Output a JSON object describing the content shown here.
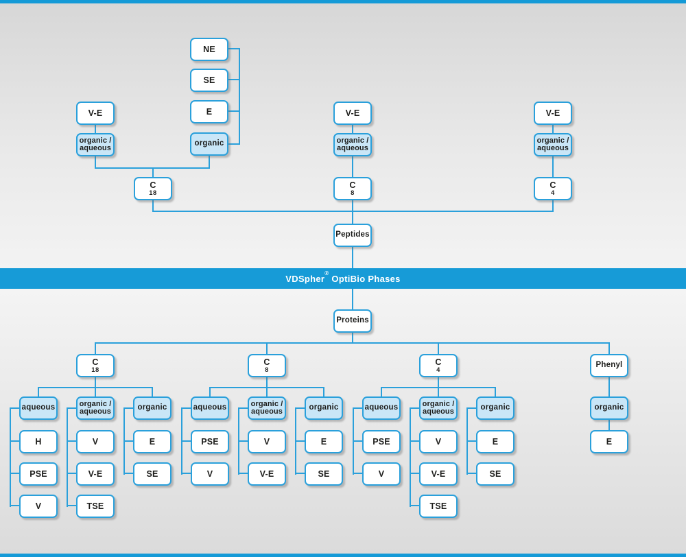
{
  "diagram": {
    "banner": {
      "brand": "VDSpher",
      "reg": "®",
      "rest": " OptiBio Phases"
    },
    "colors": {
      "accent_blue": "#179bd7",
      "line_blue": "#2aa0db",
      "light_box_fill": "#c9e6f7",
      "box_text": "#1d1d1b",
      "banner_text": "#ffffff"
    },
    "peptides": {
      "root_label": "Peptides",
      "organic_modes": [
        "NE",
        "SE",
        "E"
      ],
      "organic_label": "organic",
      "c18": {
        "prefix": "C",
        "digits": "18",
        "ve_label": "V-E",
        "orgaq_line1": "organic /",
        "orgaq_line2": "aqueous"
      },
      "c8": {
        "prefix": "C",
        "digits": "8",
        "ve_label": "V-E",
        "orgaq_line1": "organic /",
        "orgaq_line2": "aqueous"
      },
      "c4": {
        "prefix": "C",
        "digits": "4",
        "ve_label": "V-E",
        "orgaq_line1": "organic /",
        "orgaq_line2": "aqueous"
      }
    },
    "proteins": {
      "root_label": "Proteins",
      "c18": {
        "prefix": "C",
        "digits": "18",
        "aqueous": {
          "label": "aqueous",
          "children": [
            "H",
            "PSE",
            "V"
          ]
        },
        "orgaq": {
          "line1": "organic /",
          "line2": "aqueous",
          "children": [
            "V",
            "V-E",
            "TSE"
          ]
        },
        "organic": {
          "label": "organic",
          "children": [
            "E",
            "SE"
          ]
        }
      },
      "c8": {
        "prefix": "C",
        "digits": "8",
        "aqueous": {
          "label": "aqueous",
          "children": [
            "PSE",
            "V"
          ]
        },
        "orgaq": {
          "line1": "organic /",
          "line2": "aqueous",
          "children": [
            "V",
            "V-E"
          ]
        },
        "organic": {
          "label": "organic",
          "children": [
            "E",
            "SE"
          ]
        }
      },
      "c4": {
        "prefix": "C",
        "digits": "4",
        "aqueous": {
          "label": "aqueous",
          "children": [
            "PSE",
            "V"
          ]
        },
        "orgaq": {
          "line1": "organic /",
          "line2": "aqueous",
          "children": [
            "V",
            "V-E",
            "TSE"
          ]
        },
        "organic": {
          "label": "organic",
          "children": [
            "E",
            "SE"
          ]
        }
      },
      "phenyl": {
        "label": "Phenyl",
        "organic": {
          "label": "organic",
          "children": [
            "E"
          ]
        }
      }
    }
  }
}
